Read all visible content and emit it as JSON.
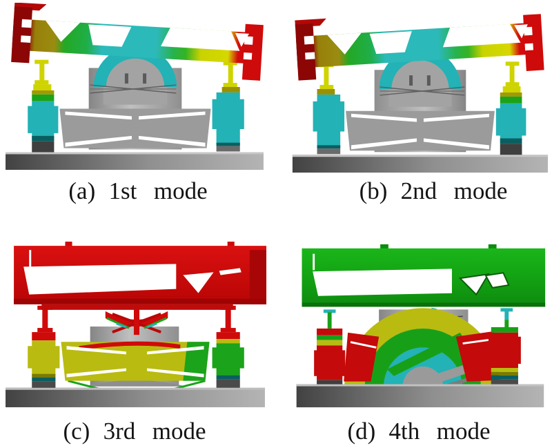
{
  "figure": {
    "name": "modal-analysis-mode-shapes",
    "background": "#ffffff",
    "caption_color": "#141414",
    "panels": [
      {
        "label": "(a)",
        "title": "1st mode"
      },
      {
        "label": "(b)",
        "title": "2nd mode"
      },
      {
        "label": "(c)",
        "title": "3rd mode"
      },
      {
        "label": "(d)",
        "title": "4th mode"
      }
    ],
    "fringe_palette": {
      "max_red": "#cf0a0a",
      "dark_red": "#8c0606",
      "olive": "#9a8c10",
      "yellow": "#c2c410",
      "green": "#1ba31b",
      "cyan": "#23b2b6",
      "dark_teal": "#0b5e60",
      "structure_gray": "#9a9a9a",
      "base_plate_dark": "#474747",
      "base_plate_light": "#b4b4b4"
    }
  }
}
